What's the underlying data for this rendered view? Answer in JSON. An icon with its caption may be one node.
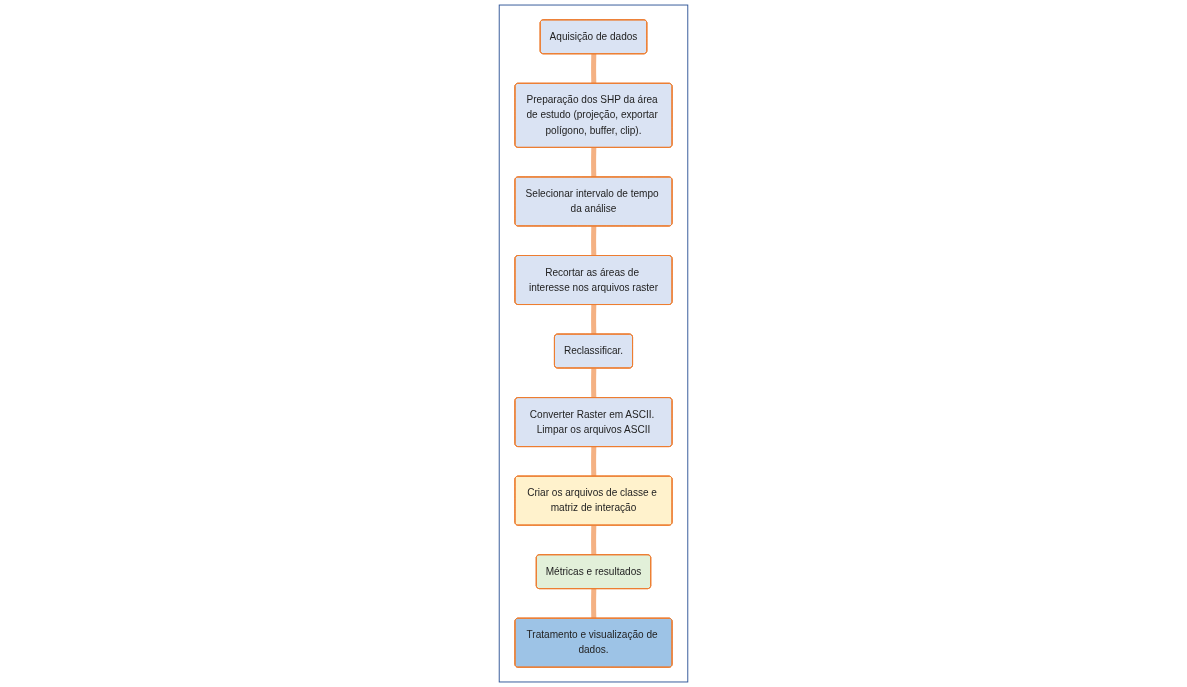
{
  "diagram": {
    "nodes": [
      {
        "text": [],
        "shape": "box"
      },
      {
        "text": [
          "Aquisição de dados"
        ],
        "in": 0
      },
      {
        "text": [
          "Preparação dos SHP da área de estudo (projeção, exportar polígono, buffer, clip)."
        ],
        "in": 0
      },
      {
        "text": [
          "Selecionar intervalo de tempo da análise"
        ],
        "in": 0
      },
      {
        "text": [
          "Recortar as áreas de interesse nos arquivos raster"
        ],
        "in": 0
      },
      {
        "text": [
          "Reclassificar."
        ],
        "in": 0
      },
      {
        "text": [
          "Converter Raster em ASCII. Limpar os arquivos ASCII"
        ],
        "in": 0
      },
      {
        "text": [
          "Criar os arquivos de classe e matriz de interação"
        ],
        "in": 0
      },
      {
        "text": [
          "Métricas e resultados"
        ],
        "in": 0
      },
      {
        "text": [
          "Tratamento e visualização de dados."
        ],
        "in": 0
      }
    ],
    "edges": [
      {
        "from": 1,
        "to": 2,
        "arrow": "none"
      },
      {
        "from": 2,
        "to": 3,
        "arrow": "none"
      },
      {
        "from": 3,
        "to": 4,
        "arrow": "none"
      },
      {
        "from": 4,
        "to": 5,
        "arrow": "none"
      },
      {
        "from": 5,
        "to": 6,
        "arrow": "none"
      },
      {
        "from": 6,
        "to": 7,
        "arrow": "none"
      },
      {
        "from": 7,
        "to": 8,
        "arrow": "none"
      },
      {
        "from": 8,
        "to": 9,
        "arrow": "none"
      }
    ]
  }
}
